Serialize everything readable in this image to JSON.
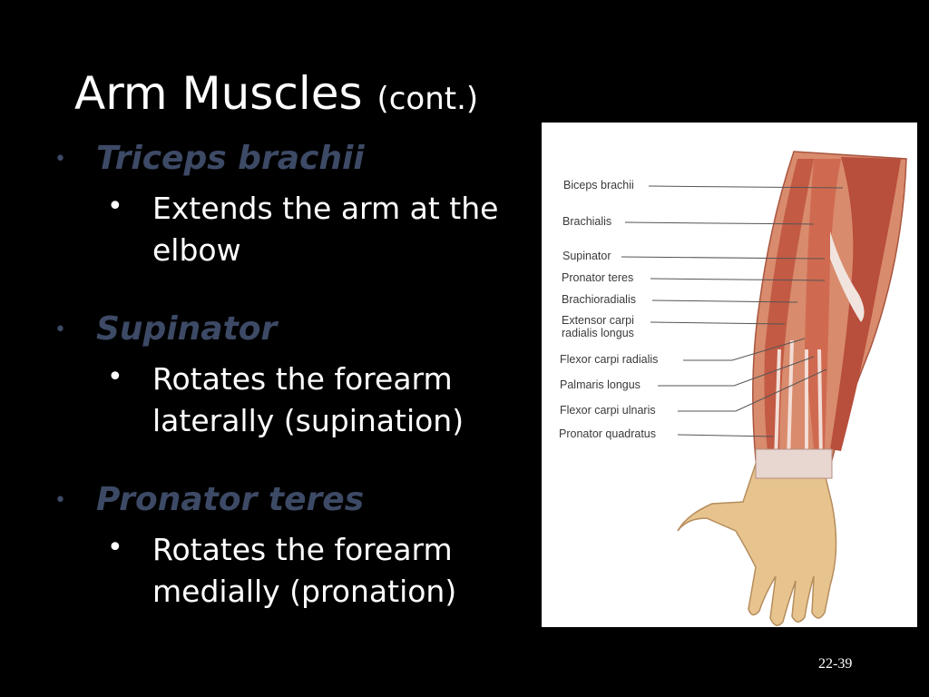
{
  "slide": {
    "title": "Arm Muscles",
    "title_suffix": "(cont.)",
    "page_number": "22-39"
  },
  "items": [
    {
      "term": "Triceps brachii",
      "description": "Extends the arm at the elbow"
    },
    {
      "term": "Supinator",
      "description": "Rotates the forearm laterally (supination)"
    },
    {
      "term": "Pronator teres",
      "description": "Rotates the forearm medially (pronation)"
    }
  ],
  "figure": {
    "labels": [
      "Biceps brachii",
      "Brachialis",
      "Supinator",
      "Pronator teres",
      "Brachioradialis",
      "Extensor carpi",
      "radialis longus",
      "Flexor carpi radialis",
      "Palmaris longus",
      "Flexor carpi ulnaris",
      "Pronator quadratus"
    ]
  },
  "colors": {
    "background": "#000000",
    "text": "#ffffff",
    "term": "#3d4a66",
    "muscle": "#c9604a",
    "skin": "#e7c48e"
  }
}
